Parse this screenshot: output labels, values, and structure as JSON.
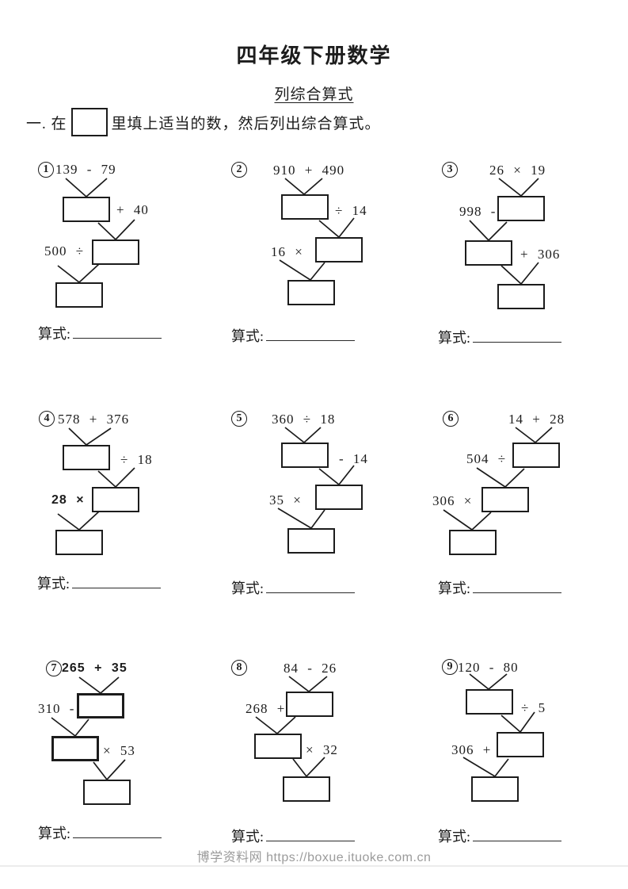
{
  "page": {
    "title": "四年级下册数学",
    "subtitle": "列综合算式",
    "instruction_prefix": "一. 在",
    "instruction_suffix": "里填上适当的数，然后列出综合算式。",
    "expression_label": "算式:",
    "footer": "博学资料网 https://boxue.ituoke.com.cn"
  },
  "problems": [
    {
      "num": "1",
      "top": "139 - 79",
      "step2": "+ 40",
      "step3": "500 ÷"
    },
    {
      "num": "2",
      "top": "910 + 490",
      "step2": "÷ 14",
      "step3": "16 ×"
    },
    {
      "num": "3",
      "top": "26 × 19",
      "step2": "998 -",
      "step3": "+ 306"
    },
    {
      "num": "4",
      "top": "578 + 376",
      "step2": "÷ 18",
      "step3": "28 ×"
    },
    {
      "num": "5",
      "top": "360 ÷ 18",
      "step2": "- 14",
      "step3": "35 ×"
    },
    {
      "num": "6",
      "top": "14 + 28",
      "step2": "504 ÷",
      "step3": "306 ×"
    },
    {
      "num": "7",
      "top": "265 + 35",
      "step2": "310 -",
      "step3": "× 53"
    },
    {
      "num": "8",
      "top": "84 - 26",
      "step2": "268 +",
      "step3": "× 32"
    },
    {
      "num": "9",
      "top": "120 - 80",
      "step2": "÷ 5",
      "step3": "306 +"
    }
  ]
}
